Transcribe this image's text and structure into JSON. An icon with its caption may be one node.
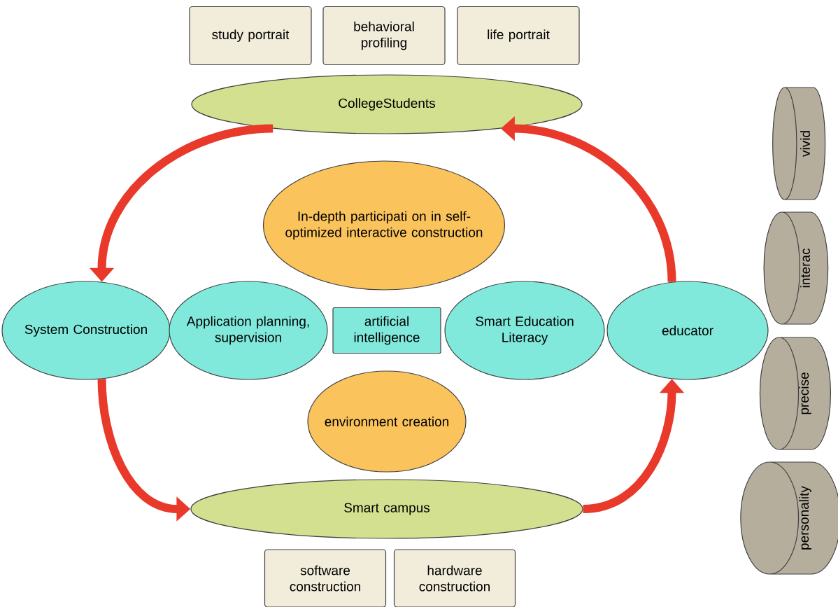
{
  "diagram": {
    "nodes": [
      {
        "text": [
          "study portrait"
        ]
      },
      {
        "text": [
          "behavioral profiling"
        ]
      },
      {
        "text": [
          "life portrait"
        ]
      },
      {
        "text": [
          "CollegeStudents"
        ]
      },
      {
        "text": [
          "In-depth participati on in self-optimized interactive construction"
        ]
      },
      {
        "text": [
          "System Construction"
        ]
      },
      {
        "text": [
          "Application planning, supervision"
        ]
      },
      {
        "text": [
          "artificial intelligence"
        ]
      },
      {
        "text": [
          "Smart Education Literacy"
        ]
      },
      {
        "text": [
          "educator"
        ]
      },
      {
        "text": [
          "environment creation"
        ]
      },
      {
        "text": [
          "Smart campus"
        ]
      },
      {
        "text": [
          "software construction"
        ]
      },
      {
        "text": [
          "hardware construction"
        ]
      },
      {
        "text": [
          "vivid"
        ]
      },
      {
        "text": [
          "interac"
        ]
      },
      {
        "text": [
          "precise"
        ]
      },
      {
        "text": [
          "personality"
        ]
      }
    ],
    "edges": [
      {
        "from": 3,
        "to": 5,
        "arrow": "to"
      },
      {
        "from": 5,
        "to": 11,
        "arrow": "to"
      },
      {
        "from": 11,
        "to": 9,
        "arrow": "to"
      },
      {
        "from": 9,
        "to": 3,
        "arrow": "to"
      }
    ]
  }
}
